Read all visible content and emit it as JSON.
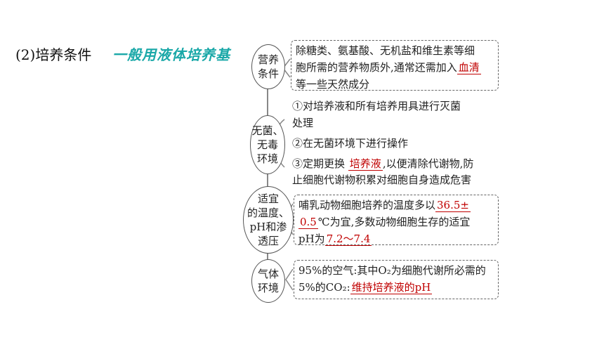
{
  "heading": {
    "number": "(2)",
    "title": "培养条件",
    "subtitle": "一般用液体培养基"
  },
  "nodes": {
    "nutrition": {
      "line1": "营养",
      "line2": "条件"
    },
    "sterile": {
      "line1": "无菌、",
      "line2": "无毒",
      "line3": "环境"
    },
    "temp": {
      "line1": "适宜",
      "line2": "的温度、",
      "line3": "pH和渗",
      "line4": "透压"
    },
    "gas": {
      "line1": "气体",
      "line2": "环境"
    }
  },
  "nutrition_box": {
    "line1": "除糖类、氨基酸、无机盐和维生素等细",
    "line2_pre": "胞所需的营养物质外,通常还需加入",
    "line2_ans": "血清",
    "line3": "等一些天然成分"
  },
  "sterile_items": {
    "item1_line1": "①对培养液和所有培养用具进行灭菌",
    "item1_line2": "处理",
    "item2": "②在无菌环境下进行操作",
    "item3_pre": "③定期更换",
    "item3_ans": "培养液",
    "item3_post": ",以便清除代谢物,防",
    "item3_line2": "止细胞代谢物积累对细胞自身造成危害"
  },
  "temp_box": {
    "line1_pre": "哺乳动物细胞培养的温度多以",
    "line1_ans": "36.5±",
    "line2_ans": "0.5",
    "line2_post": "℃为宜,多数动物细胞生存的适宜",
    "line3_pre": "pH为",
    "line3_ans": "7.2～7.4"
  },
  "gas_box": {
    "line1": "95%的空气:其中O₂为细胞代谢所必需的",
    "line2_pre": "5%的CO₂:",
    "line2_ans": "维持培养液的pH"
  },
  "colors": {
    "accent_teal": "#1aa8a8",
    "answer_red": "#c00000"
  }
}
